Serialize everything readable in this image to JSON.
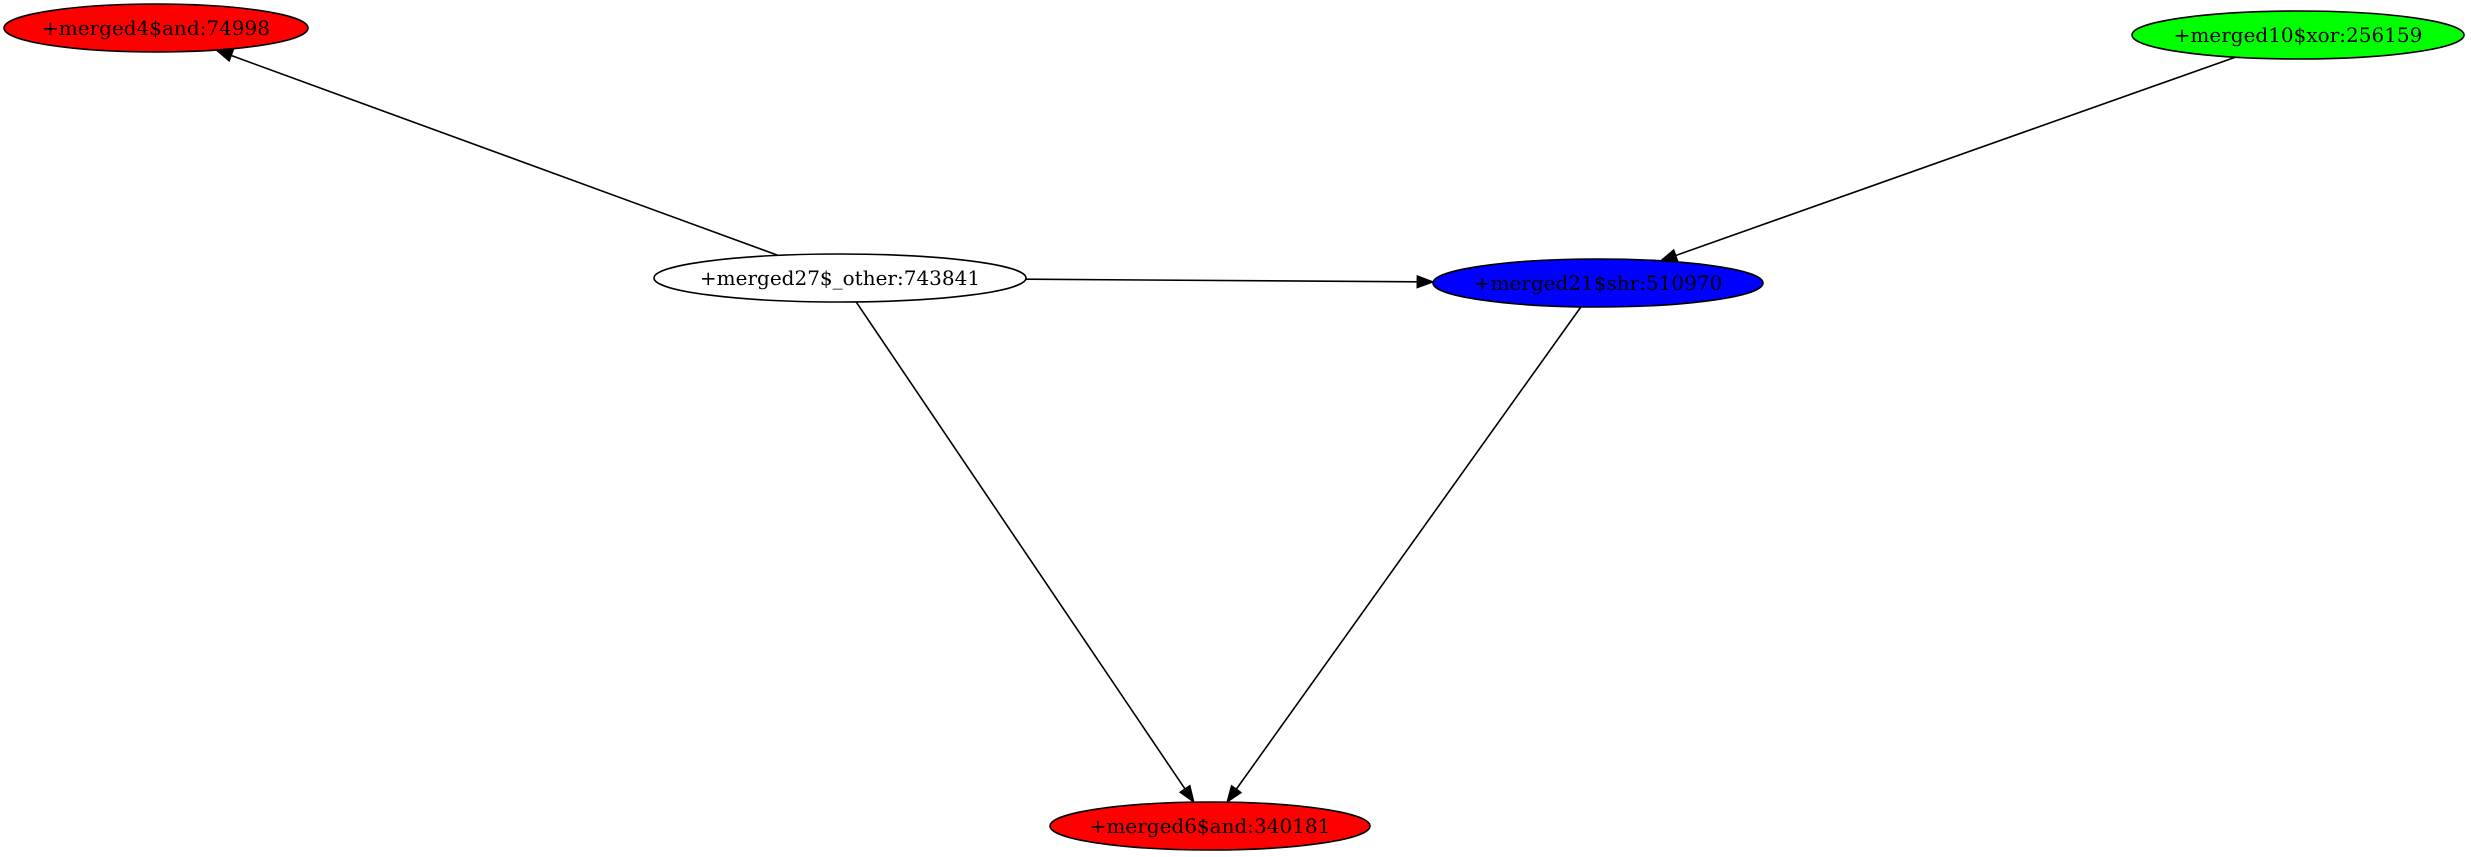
{
  "graph": {
    "nodes": [
      {
        "id": "n4",
        "label": "+merged4$and:74998",
        "fill": "#ff0000"
      },
      {
        "id": "n10",
        "label": "+merged10$xor:256159",
        "fill": "#00ff00"
      },
      {
        "id": "n27",
        "label": "+merged27$_other:743841",
        "fill": "#ffffff"
      },
      {
        "id": "n21",
        "label": "+merged21$shr:510970",
        "fill": "#0000ff"
      },
      {
        "id": "n6",
        "label": "+merged6$and:340181",
        "fill": "#ff0000"
      }
    ],
    "edges": [
      {
        "from": "n27",
        "to": "n4"
      },
      {
        "from": "n27",
        "to": "n21"
      },
      {
        "from": "n27",
        "to": "n6"
      },
      {
        "from": "n10",
        "to": "n21"
      },
      {
        "from": "n21",
        "to": "n6"
      }
    ]
  }
}
